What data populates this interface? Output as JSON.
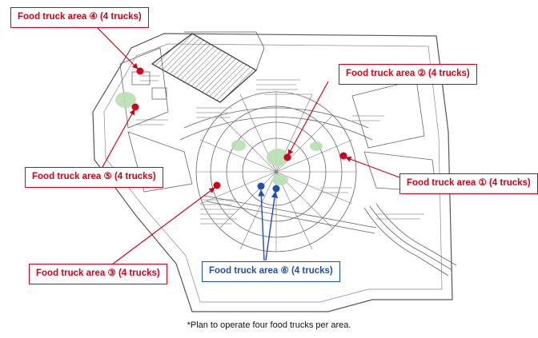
{
  "colors": {
    "red_accent": "#d0021b",
    "blue_accent": "#1f4fb4",
    "map_line": "#555555",
    "greenery": "#b9dfb4"
  },
  "areas": [
    {
      "id": "area-4",
      "label": "Food truck area ④ (4 trucks)",
      "color": "#d0021b"
    },
    {
      "id": "area-2",
      "label": "Food truck area ② (4 trucks)",
      "color": "#d0021b"
    },
    {
      "id": "area-5",
      "label": "Food truck area ⑤ (4 trucks)",
      "color": "#d0021b"
    },
    {
      "id": "area-1",
      "label": "Food truck area ① (4 trucks)",
      "color": "#d0021b"
    },
    {
      "id": "area-3",
      "label": "Food truck area ③ (4 trucks)",
      "color": "#d0021b"
    },
    {
      "id": "area-6",
      "label": "Food truck area ⑥ (4 trucks)",
      "color": "#1f4fb4"
    }
  ],
  "footnote": "*Plan to operate four food trucks per area."
}
